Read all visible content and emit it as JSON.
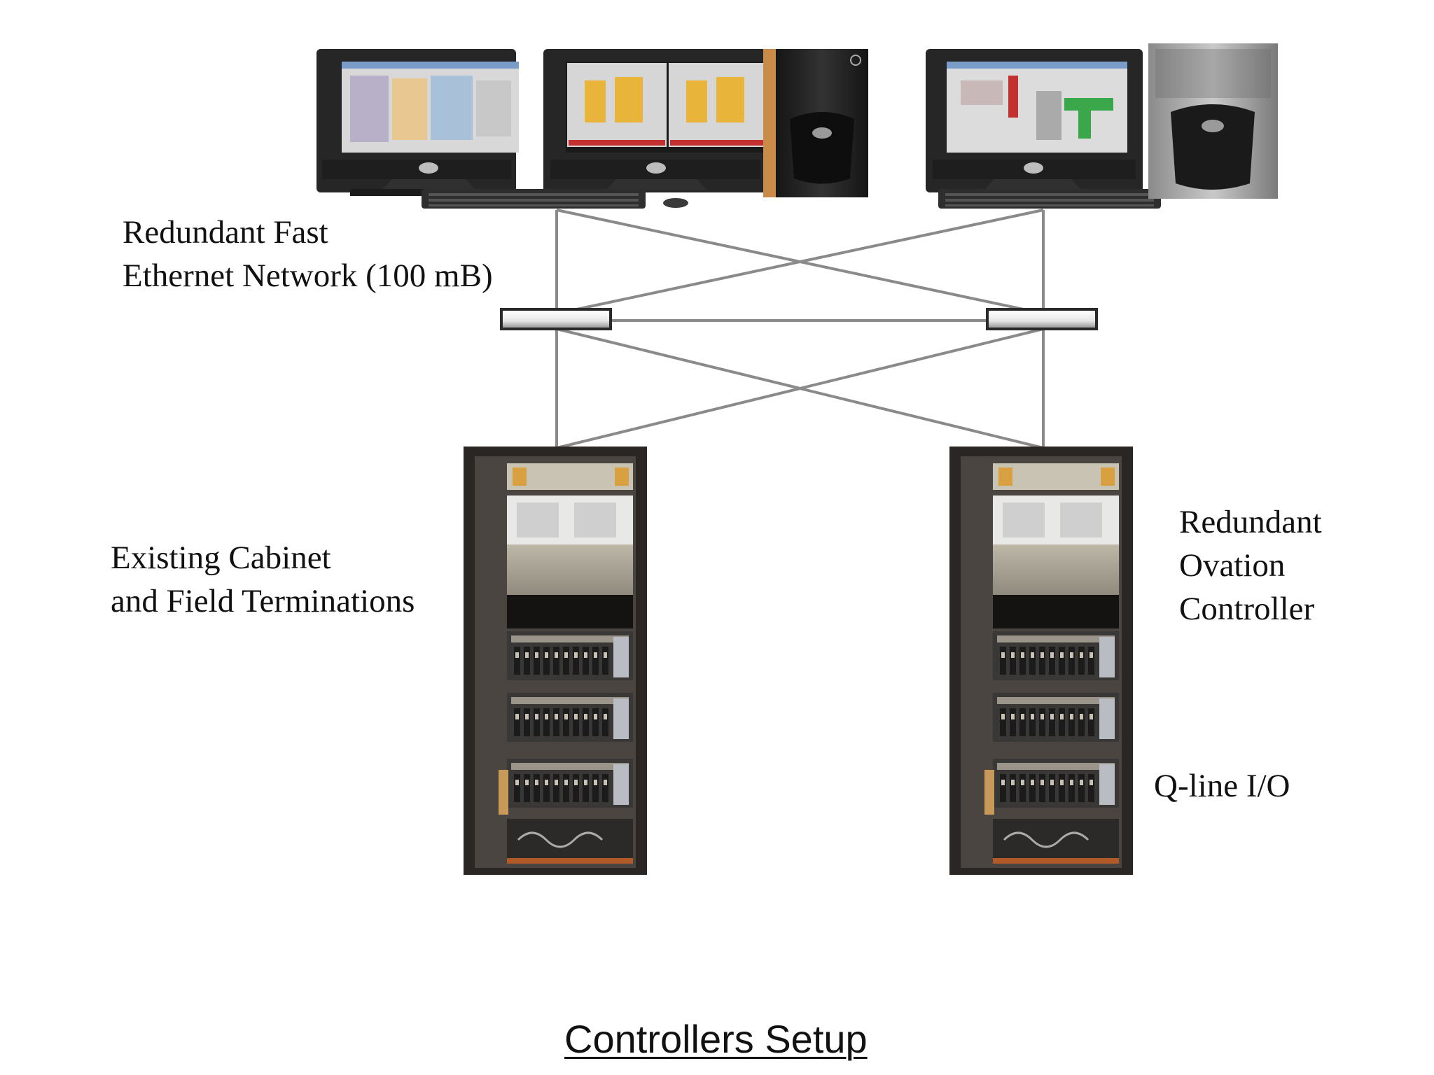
{
  "diagram": {
    "title": "Controllers Setup",
    "labels": {
      "network": [
        "Redundant Fast",
        "Ethernet Network (100 mB)"
      ],
      "cabinet": [
        "Existing Cabinet",
        "and Field Terminations"
      ],
      "controller": [
        "Redundant",
        "Ovation",
        "Controller"
      ],
      "io": "Q-line I/O"
    },
    "nodes": [
      "workstation-left",
      "workstation-right",
      "network-switch-left",
      "network-switch-right",
      "cabinet-left",
      "cabinet-right"
    ]
  },
  "colors": {
    "cable": "#8a8a8a",
    "cabinet_frame": "#2a2623",
    "monitor_bezel": "#262626",
    "screen_bg": "#d8d8d8",
    "hmi_yellow": "#e8b43a",
    "hmi_green": "#3aa84a"
  }
}
